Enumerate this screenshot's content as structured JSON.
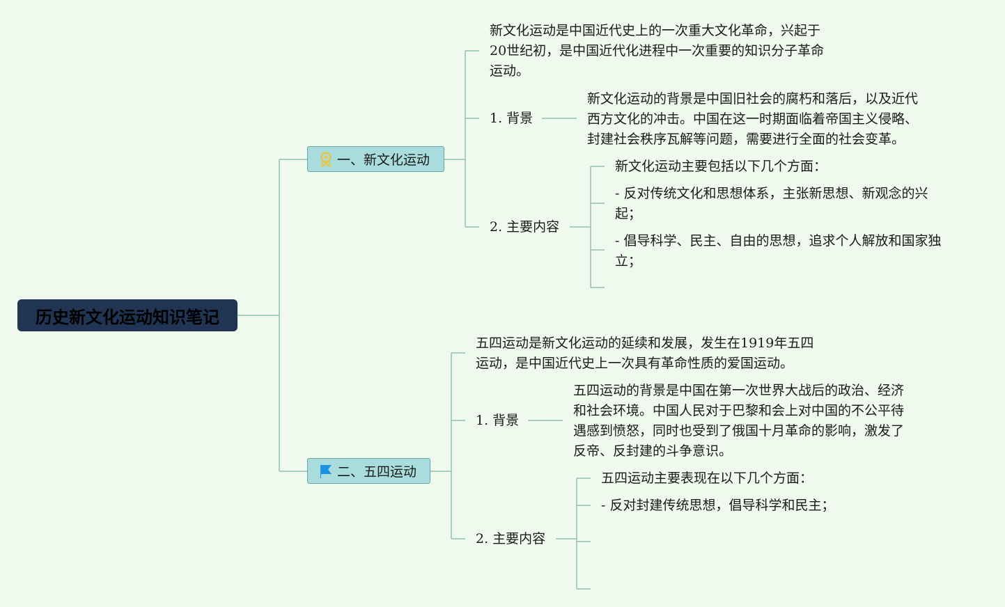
{
  "root": {
    "title": "历史新文化运动知识笔记"
  },
  "colors": {
    "background": "#f0f9ee",
    "root_bg": "#1f3553",
    "topic_bg": "#a9dcdc",
    "line": "#8fbfae",
    "medal": "#e8c64a",
    "flag": "#1e90e0"
  },
  "topics": [
    {
      "label": "一、新文化运动",
      "icon": "medal-icon",
      "summary": [
        "新文化运动是中国近代史上的一次重大文化革命，兴起于",
        "20世纪初，是中国近代化进程中一次重要的知识分子革命",
        "运动。"
      ],
      "background_label": "1. 背景",
      "background_text": [
        "新文化运动的背景是中国旧社会的腐朽和落后，以及近代",
        "西方文化的冲击。中国在这一时期面临着帝国主义侵略、",
        "封建社会秩序瓦解等问题，需要进行全面的社会变革。"
      ],
      "content_label": "2. 主要内容",
      "content_items": [
        [
          "新文化运动主要包括以下几个方面："
        ],
        [
          "- 反对传统文化和思想体系，主张新思想、新观念的兴",
          "起；"
        ],
        [
          "- 倡导科学、民主、自由的思想，追求个人解放和国家独",
          "立；"
        ]
      ]
    },
    {
      "label": "二、五四运动",
      "icon": "flag-icon",
      "summary": [
        "五四运动是新文化运动的延续和发展，发生在1919年五四",
        "运动，是中国近代史上一次具有革命性质的爱国运动。"
      ],
      "background_label": "1. 背景",
      "background_text": [
        "五四运动的背景是中国在第一次世界大战后的政治、经济",
        "和社会环境。中国人民对于巴黎和会上对中国的不公平待",
        "遇感到愤怒，同时也受到了俄国十月革命的影响，激发了",
        "反帝、反封建的斗争意识。"
      ],
      "content_label": "2. 主要内容",
      "content_items": [
        [
          "五四运动主要表现在以下几个方面："
        ],
        [
          "- 反对封建传统思想，倡导科学和民主；"
        ]
      ]
    }
  ]
}
